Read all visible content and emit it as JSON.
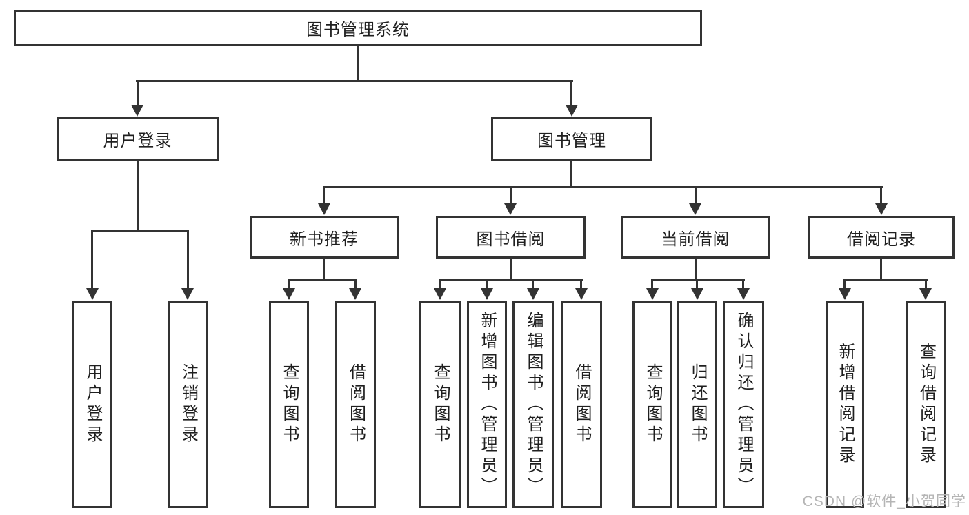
{
  "diagram": {
    "root": {
      "label": "图书管理系统"
    },
    "branches": [
      {
        "label": "用户登录",
        "children": [
          {
            "label": "用户登录"
          },
          {
            "label": "注销登录"
          }
        ]
      },
      {
        "label": "图书管理",
        "children": [
          {
            "label": "新书推荐",
            "children": [
              {
                "label": "查询图书"
              },
              {
                "label": "借阅图书"
              }
            ]
          },
          {
            "label": "图书借阅",
            "children": [
              {
                "label": "查询图书"
              },
              {
                "label": "新增图书（管理员）"
              },
              {
                "label": "编辑图书（管理员）"
              },
              {
                "label": "借阅图书"
              }
            ]
          },
          {
            "label": "当前借阅",
            "children": [
              {
                "label": "查询图书"
              },
              {
                "label": "归还图书"
              },
              {
                "label": "确认归还（管理员）"
              }
            ]
          },
          {
            "label": "借阅记录",
            "children": [
              {
                "label": "新增借阅记录"
              },
              {
                "label": "查询借阅记录"
              }
            ]
          }
        ]
      }
    ]
  },
  "watermark": "CSDN @软件_小贺同学",
  "colors": {
    "line": "#333333",
    "text": "#1f1f1f",
    "background": "#ffffff",
    "watermark": "#b5b5b5"
  }
}
